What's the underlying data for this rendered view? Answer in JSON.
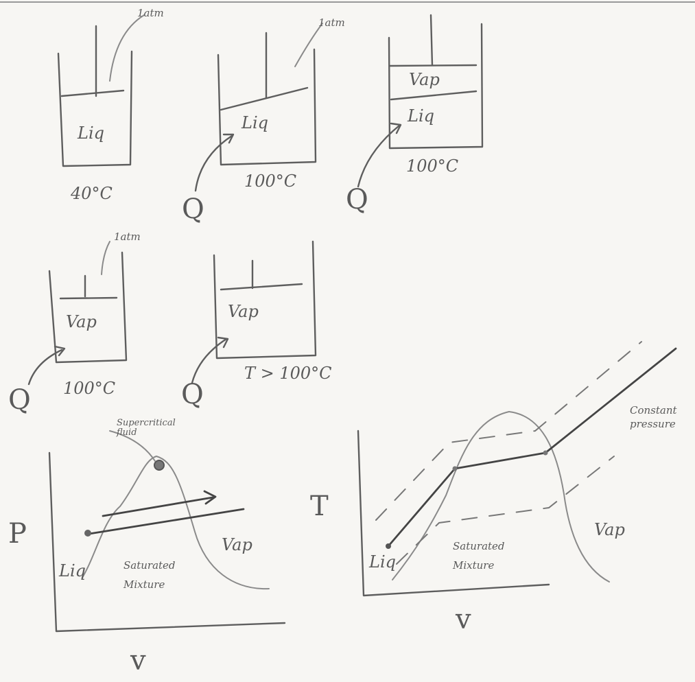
{
  "cylinders": {
    "c1": {
      "pressure": "1atm",
      "phase": "Liq",
      "temp": "40°C"
    },
    "c2": {
      "pressure": "1atm",
      "phase": "Liq",
      "temp": "100°C",
      "heat": "Q"
    },
    "c3": {
      "phase_top": "Vap",
      "phase_bottom": "Liq",
      "temp": "100°C",
      "heat": "Q"
    },
    "c4": {
      "pressure": "1atm",
      "phase": "Vap",
      "temp": "100°C",
      "heat": "Q"
    },
    "c5": {
      "phase": "Vap",
      "temp": "T > 100°C",
      "heat": "Q"
    }
  },
  "pv_diagram": {
    "y_axis": "P",
    "x_axis": "v",
    "critical_point": "Supercritical fluid",
    "left_region": "Liq",
    "middle_region": "Saturated Mixture",
    "right_region": "Vap"
  },
  "tv_diagram": {
    "y_axis": "T",
    "x_axis": "v",
    "left_region": "Liq",
    "middle_region": "Saturated Mixture",
    "right_region": "Vap",
    "isobar_label": "Constant pressure"
  }
}
